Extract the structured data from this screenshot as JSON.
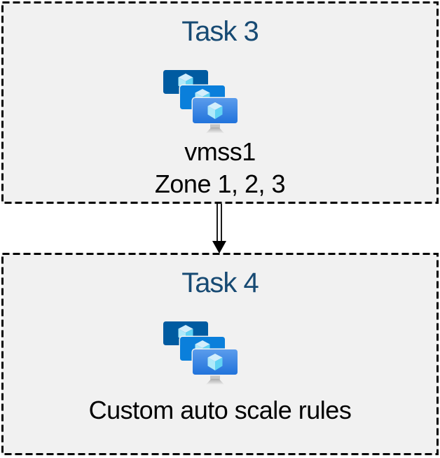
{
  "diagram": {
    "boxes": [
      {
        "title": "Task 3",
        "icon": "vm-scale-sets",
        "line1": "vmss1",
        "line2": "Zone 1, 2, 3"
      },
      {
        "title": "Task 4",
        "icon": "vm-scale-sets",
        "line1": "Custom auto scale rules"
      }
    ],
    "connector": {
      "type": "double-line-arrow",
      "direction": "down",
      "from": "Task 3",
      "to": "Task 4"
    },
    "colors": {
      "box_fill": "#F1F1F1",
      "box_border": "#000000",
      "title_text": "#174A73",
      "body_text": "#000000",
      "screen_back": "#005BA1",
      "screen_middle": "#0A7FDB",
      "screen_front_top": "#5B9CEC",
      "screen_front_bottom": "#2173DB",
      "cube_top": "#D3EEFB",
      "cube_left": "#AEE9FA",
      "cube_right": "#61D3F4",
      "stand_neck": "#C6C6C6",
      "arrow": "#000000"
    }
  }
}
